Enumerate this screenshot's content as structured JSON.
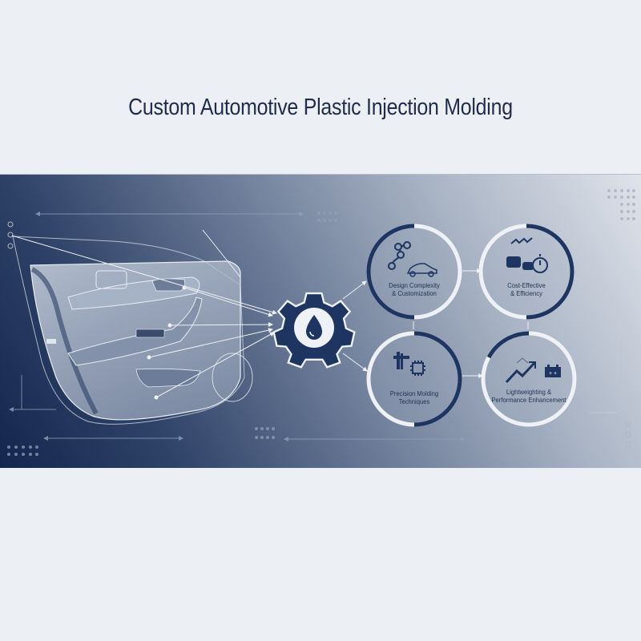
{
  "title": "Custom Automotive Plastic Injection Molding",
  "diagram": {
    "source": {
      "name": "car-door-panel",
      "description": "Car door interior trim panel (wireframe)"
    },
    "hub": {
      "name": "injection-gear",
      "icon": "gear-with-droplet-icon"
    },
    "nodes": [
      {
        "label_line1": "Design Complexity",
        "label_line2": "& Customization",
        "icons": [
          "network-nodes-icon",
          "car-icon"
        ]
      },
      {
        "label_line1": "Cost-Effective",
        "label_line2": "& Efficiency",
        "icons": [
          "coins-icon",
          "stopwatch-icon"
        ]
      },
      {
        "label_line1": "Precision Molding",
        "label_line2": "Techniques",
        "icons": [
          "caliper-icon",
          "chip-icon"
        ]
      },
      {
        "label_line1": "Lightweighting &",
        "label_line2": "Performance Enhancement",
        "icons": [
          "trend-arrow-icon",
          "battery-icon"
        ]
      }
    ],
    "colors": {
      "navy": "#1e3461",
      "ring_light": "#eef1f5",
      "title": "#1f2d4a",
      "page_bg": "#eceff3"
    }
  }
}
